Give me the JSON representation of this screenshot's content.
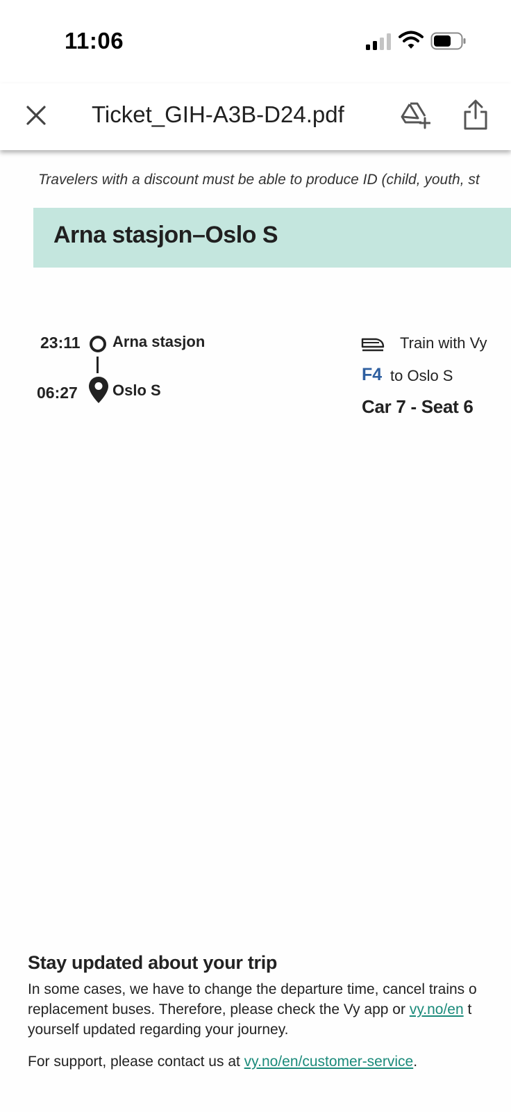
{
  "status_bar": {
    "time": "11:06"
  },
  "toolbar": {
    "title": "Ticket_GIH-A3B-D24.pdf"
  },
  "ticket": {
    "discount_note": "Travelers with a discount must be able to produce ID (child, youth, st",
    "route_title": "Arna stasjon–Oslo S",
    "departure": {
      "time": "23:11",
      "station": "Arna stasjon"
    },
    "arrival": {
      "time": "06:27",
      "station": "Oslo S"
    },
    "operator": "Train with Vy",
    "line_code": "F4",
    "line_destination": "to Oslo S",
    "seat": "Car 7 - Seat 6"
  },
  "footer": {
    "heading": "Stay updated about your trip",
    "line1": "In some cases, we have to change the departure time, cancel trains o",
    "line2_pre": "replacement buses. Therefore, please check the Vy app or ",
    "line2_link": "vy.no/en",
    "line2_post": " t",
    "line3": "yourself updated regarding your journey.",
    "support_pre": "For support, please contact us at ",
    "support_link": "vy.no/en/customer-service",
    "support_post": "."
  },
  "colors": {
    "route_banner": "#c4e6de",
    "line_code": "#2e5fa0",
    "link": "#1a8a7a"
  },
  "icons": {
    "close": "close-icon",
    "drive": "add-to-drive-icon",
    "share": "share-icon",
    "train": "train-icon",
    "pin": "location-pin-icon"
  }
}
